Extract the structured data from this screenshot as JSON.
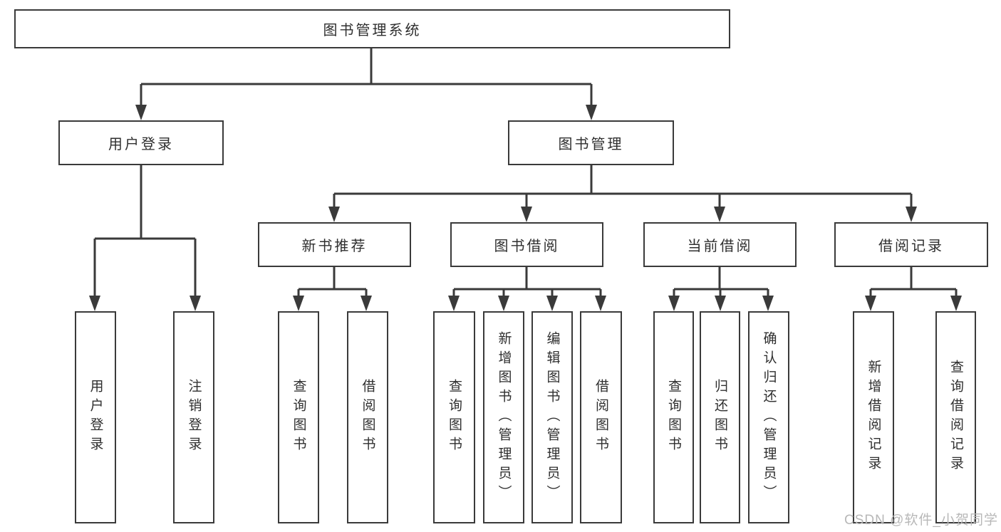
{
  "root": {
    "label": "图书管理系统"
  },
  "login": {
    "label": "用户登录",
    "children": [
      {
        "label": "用户登录"
      },
      {
        "label": "注销登录"
      }
    ]
  },
  "management": {
    "label": "图书管理",
    "sections": [
      {
        "label": "新书推荐",
        "children": [
          {
            "label": "查询图书"
          },
          {
            "label": "借阅图书"
          }
        ]
      },
      {
        "label": "图书借阅",
        "children": [
          {
            "label": "查询图书"
          },
          {
            "label": "新增图书（管理员）"
          },
          {
            "label": "编辑图书（管理员）"
          },
          {
            "label": "借阅图书"
          }
        ]
      },
      {
        "label": "当前借阅",
        "children": [
          {
            "label": "查询图书"
          },
          {
            "label": "归还图书"
          },
          {
            "label": "确认归还（管理员）"
          }
        ]
      },
      {
        "label": "借阅记录",
        "children": [
          {
            "label": "新增借阅记录"
          },
          {
            "label": "查询借阅记录"
          }
        ]
      }
    ]
  },
  "watermark": {
    "label": "CSDN @软件_小贺同学"
  },
  "colors": {
    "line": "#3a3a3a",
    "border": "#3a3a3a",
    "text": "#2f2f2f",
    "watermark": "#b8b8b8",
    "background": "#ffffff"
  }
}
